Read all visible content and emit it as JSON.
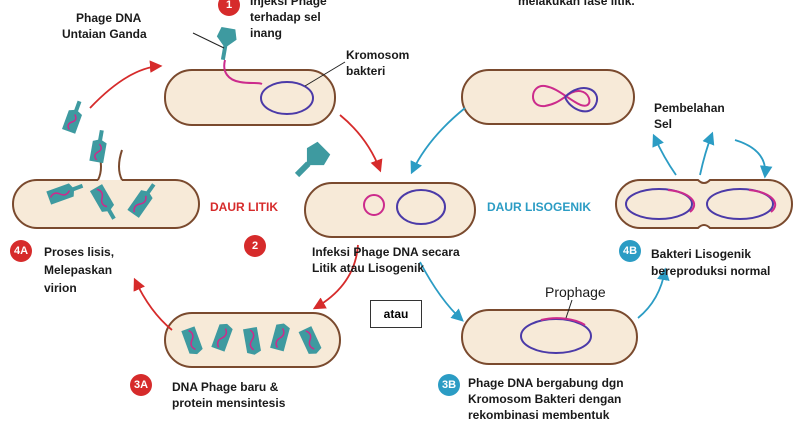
{
  "colors": {
    "cell_fill": "#f7ead8",
    "cell_stroke": "#7a4a2e",
    "chromosome": "#4b3aa8",
    "phage_dna": "#cc2b8c",
    "phage_body": "#3e9aa0",
    "lytic": "#d62b2b",
    "lysogenic": "#2b9cc4"
  },
  "labels": {
    "phage_dna_title": [
      "Phage DNA",
      "Untaian Ganda"
    ],
    "step1_text": [
      "Injeksi Phage",
      "terhadap sel",
      "inang"
    ],
    "top_right_text": "melakukan fase litik.",
    "kromosom": [
      "Kromosom",
      "bakteri"
    ],
    "pembelahan": [
      "Pembelahan",
      "Sel"
    ],
    "daur_litik": "DAUR LITIK",
    "daur_lisogenik": "DAUR LISOGENIK",
    "step2_text": [
      "Infeksi Phage DNA secara",
      "Litik atau Lisogenik"
    ],
    "step4a_text": [
      "Proses lisis,",
      "Melepaskan",
      "virion"
    ],
    "step4b_text": [
      "Bakteri Lisogenik",
      "bereproduksi normal"
    ],
    "atau": "atau",
    "prophage": "Prophage",
    "step3a_text": [
      "DNA Phage baru &",
      "protein mensintesis"
    ],
    "step3b_text": [
      "Phage DNA bergabung dgn",
      "Kromosom Bakteri dengan",
      "rekombinasi membentuk"
    ]
  },
  "badges": {
    "b1": "1",
    "b2": "2",
    "b3a": "3A",
    "b3b": "3B",
    "b4a": "4A",
    "b4b": "4B"
  }
}
